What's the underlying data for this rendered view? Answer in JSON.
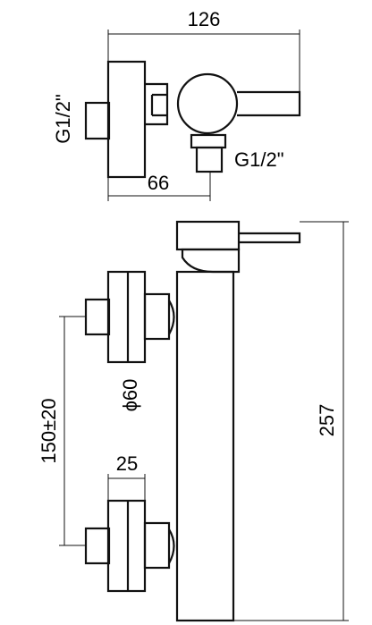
{
  "drawing": {
    "top_view": {
      "overall_width": "126",
      "inlet_thread_left": "G1/2\"",
      "outlet_thread_bottom": "G1/2\"",
      "offset_width": "66"
    },
    "front_view": {
      "inlet_spacing": "150±20",
      "body_diameter": "ϕ60",
      "flange_width": "25",
      "overall_height": "257"
    }
  }
}
